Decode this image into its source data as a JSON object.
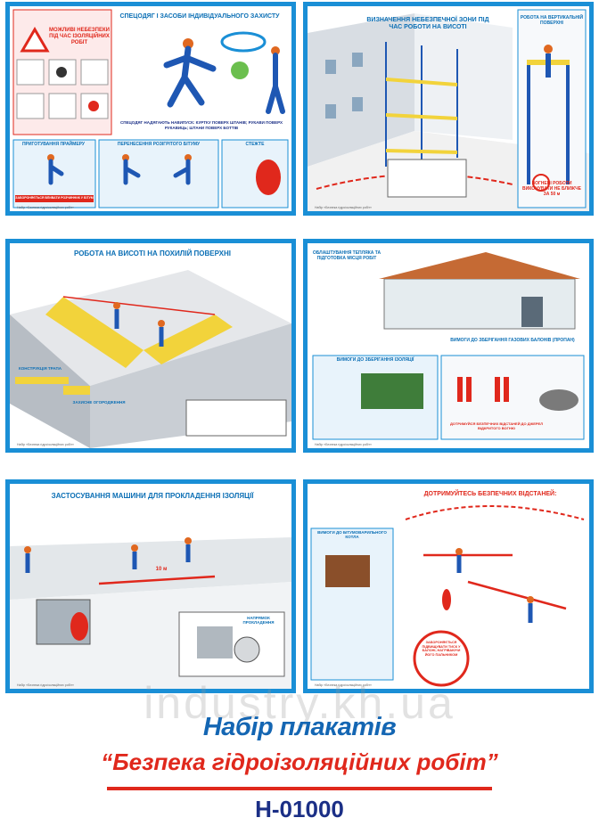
{
  "posters": [
    {
      "title": "СПЕЦОДЯГ І ЗАСОБИ ІНДИВІДУАЛЬНОГО ЗАХИСТУ",
      "warning": "МОЖЛИВІ НЕБЕЗПЕКИ ПІД ЧАС ІЗОЛЯЦІЙНИХ РОБІТ",
      "note": "СПЕЦОДЯГ НАДЯГАЮТЬ НАВИПУСК: КУРТКУ ПОВЕРХ ШТАНІВ; РУКАВИ ПОВЕРХ РУКАВИЦЬ; ШТАНИ ПОВЕРХ БОТТІВ",
      "sub1": "ПРИГОТУВАННЯ ПРАЙМЕРУ",
      "sub2": "ПЕРЕНЕСЕННЯ РОЗІГРІТОГО БІТУМУ",
      "sub3": "СТЕЖТЕ",
      "forbid": "ЗАБОРОНЯЄТЬСЯ ВЛИВАТИ РОЗЧИННИК У БІТУМ"
    },
    {
      "title": "ВИЗНАЧЕННЯ НЕБЕЗПЕЧНОЇ ЗОНИ ПІД ЧАС РОБОТИ НА ВИСОТІ",
      "side_title": "РОБОТА НА ВЕРТИКАЛЬНІЙ ПОВЕРХНІ",
      "note": "ВОГНЕВІ РОБОТИ ВИКОНУВАТИ НЕ БЛИЖЧЕ ЗА 50 м"
    },
    {
      "title": "РОБОТА НА ВИСОТІ НА ПОХИЛІЙ ПОВЕРХНІ",
      "label1": "КОНСТРУКЦІЯ ТРАПА",
      "label2": "ЗАХИСНЕ ОГОРОДЖЕННЯ"
    },
    {
      "title": "ОБЛАШТУВАННЯ ТЕПЛЯКА ТА ПІДГОТОВКА МІСЦЯ РОБІТ",
      "label1": "ВИМОГИ ДО ЗБЕРІГАННЯ ІЗОЛЯЦІЇ",
      "label2": "ВИМОГИ ДО ЗБЕРІГАННЯ ГАЗОВИХ БАЛОНІВ (ПРОПАН)",
      "label3": "ДОТРИМУЙСЯ БЕЗПЕЧНИХ ВІДСТАНЕЙ ДО ДЖЕРЕЛ ВІДКРИТОГО ВОГНЮ"
    },
    {
      "title": "ЗАСТОСУВАННЯ МАШИНИ ДЛЯ ПРОКЛАДЕННЯ ІЗОЛЯЦІЇ",
      "label1": "НАПРЯМОК ПРОКЛАДЕННЯ",
      "distance": "10 м"
    },
    {
      "title": "ДОТРИМУЙТЕСЬ БЕЗПЕЧНИХ ВІДСТАНЕЙ:",
      "label1": "ВИМОГИ ДО БІТУМОВАРИЛЬНОГО КОТЛА",
      "forbid": "ЗАБОРОНЯЄТЬСЯ ПІДВИЩУВАТИ ТИСК У БАЛОНІ, НАГРІВАЮЧИ ЙОГО ПАЛЬНИКОМ"
    }
  ],
  "footer_note": "Набір «Безпека гідроізоляційних робіт»",
  "watermark": "industry.kh.ua",
  "set_title": "Набір плакатів",
  "set_subtitle": "“Безпека гідроізоляційних робіт”",
  "code": "Н-01000",
  "colors": {
    "poster_border": "#1a8fd6",
    "title_blue": "#1466b3",
    "subtitle_red": "#e0281c",
    "code_navy": "#1b2f86"
  }
}
